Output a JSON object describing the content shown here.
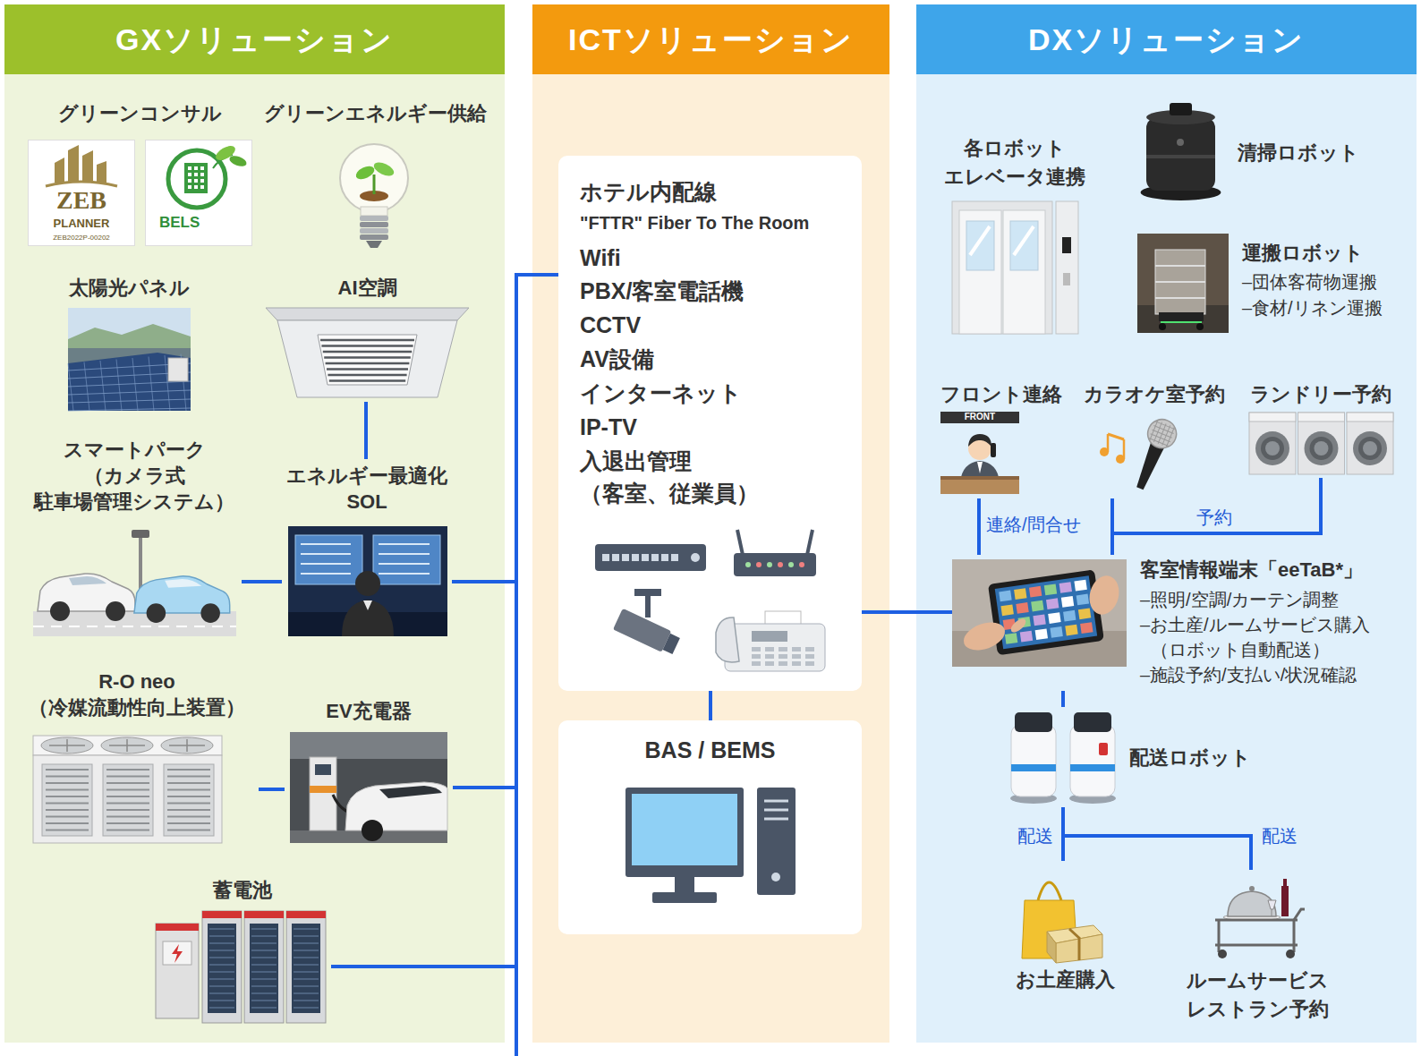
{
  "diagram": {
    "nodes": [
      {
        "text": [
          "GXソリューション"
        ]
      },
      {
        "text": [
          "ICTソリューション"
        ]
      },
      {
        "text": [
          "DXソリューション"
        ]
      },
      {
        "text": [
          "グリーンコンサル"
        ],
        "in": 0
      },
      {
        "text": [
          "グリーンエネルギー供給"
        ],
        "in": 0
      },
      {
        "text": [
          "太陽光パネル"
        ],
        "in": 0
      },
      {
        "text": [
          "AI空調"
        ],
        "in": 0
      },
      {
        "text": [
          "スマートパーク （カメラ式 駐車場管理システム）"
        ],
        "in": 0
      },
      {
        "text": [
          "エネルギー最適化 SOL"
        ],
        "in": 0
      },
      {
        "text": [
          "R-O neo （冷媒流動性向上装置）"
        ],
        "in": 0
      },
      {
        "text": [
          "EV充電器"
        ],
        "in": 0
      },
      {
        "text": [
          "蓄電池"
        ],
        "in": 0
      },
      {
        "text": [
          "ホテル内配線",
          "\"FTTR\" Fiber To The Room",
          "Wifi",
          "PBX/客室電話機",
          "CCTV",
          "AV設備",
          "インターネット",
          "IP-TV",
          "入退出管理 （客室、従業員）"
        ],
        "in": 1
      },
      {
        "text": [
          "BAS / BEMS"
        ],
        "in": 1
      },
      {
        "text": [
          "各ロボット エレベータ連携"
        ],
        "in": 2
      },
      {
        "text": [
          "清掃ロボット"
        ],
        "in": 2
      },
      {
        "text": [
          "運搬ロボット",
          "–団体客荷物運搬",
          "–食材/リネン運搬"
        ],
        "in": 2
      },
      {
        "text": [
          "フロント連絡"
        ],
        "in": 2
      },
      {
        "text": [
          "カラオケ室予約"
        ],
        "in": 2
      },
      {
        "text": [
          "ランドリー予約"
        ],
        "in": 2
      },
      {
        "text": [
          "客室情報端末「eeTaB*」",
          "–照明/空調/カーテン調整",
          "–お土産/ルームサービス購入 （ロボット自動配送）",
          "–施設予約/支払い/状況確認"
        ],
        "in": 2
      },
      {
        "text": [
          "配送ロボット"
        ],
        "in": 2
      },
      {
        "text": [
          "お土産購入"
        ],
        "in": 2
      },
      {
        "text": [
          "ルームサービス レストラン予約"
        ],
        "in": 2
      }
    ],
    "edges": [
      {
        "from": 6,
        "to": 8,
        "arrow": "none"
      },
      {
        "from": 7,
        "to": 8,
        "arrow": "none"
      },
      {
        "from": 8,
        "to": 12,
        "arrow": "none"
      },
      {
        "from": 9,
        "to": 10,
        "arrow": "none"
      },
      {
        "from": 10,
        "to": 12,
        "arrow": "none"
      },
      {
        "from": 11,
        "to": 12,
        "arrow": "none"
      },
      {
        "from": 12,
        "to": 13,
        "arrow": "none"
      },
      {
        "from": 12,
        "to": 20,
        "arrow": "none"
      },
      {
        "from": 17,
        "to": 20,
        "label": "連絡/問合せ",
        "arrow": "none"
      },
      {
        "from": 18,
        "to": 20,
        "arrow": "none"
      },
      {
        "from": 19,
        "to": 20,
        "label": "予約",
        "arrow": "none"
      },
      {
        "from": 20,
        "to": 21,
        "arrow": "none"
      },
      {
        "from": 21,
        "to": 22,
        "label": "配送",
        "arrow": "none"
      },
      {
        "from": 21,
        "to": 23,
        "label": "配送",
        "arrow": "none"
      }
    ],
    "labels": [
      "ZEB",
      "PLANNER",
      "ZEB2022P-00202",
      "BELS",
      "FRONT"
    ]
  }
}
